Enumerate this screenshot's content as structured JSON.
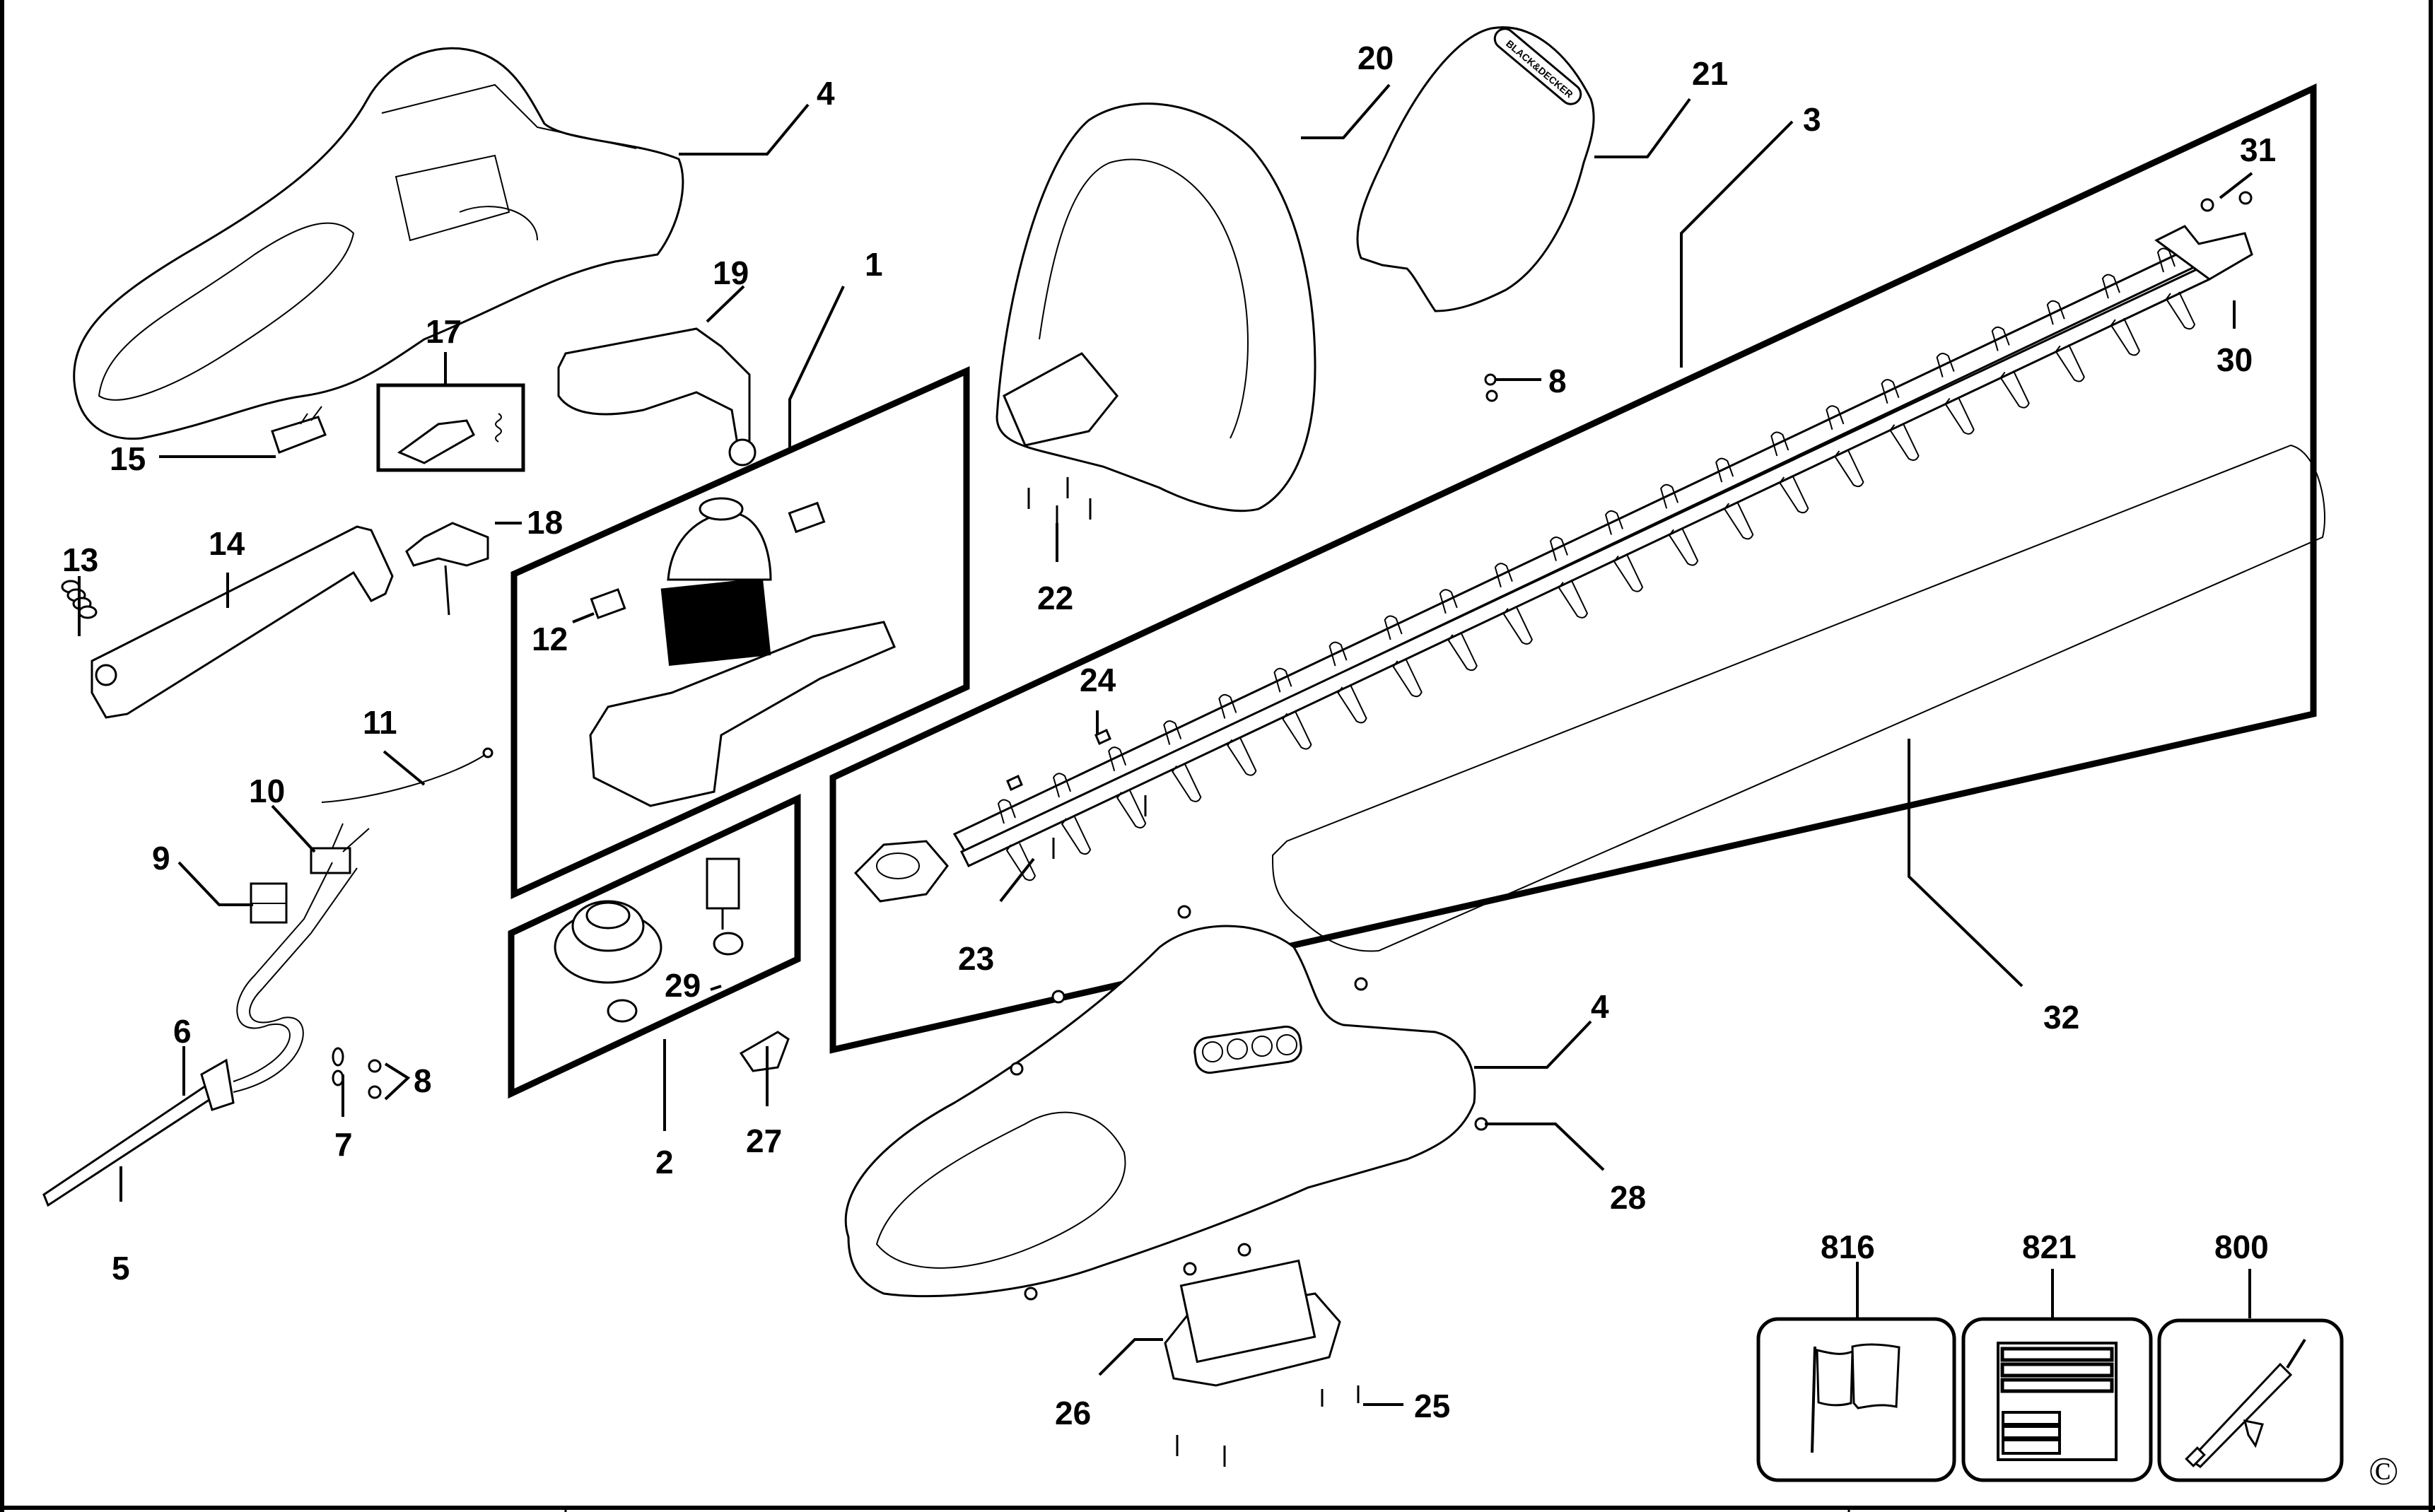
{
  "diagram": {
    "title": "Hedge trimmer exploded parts diagram",
    "brand_logo_text": "BLACK&DECKER",
    "copyright_symbol": "©",
    "groups": [
      {
        "id": "1",
        "label": "1",
        "name": "motor-assembly-group"
      },
      {
        "id": "2",
        "label": "2",
        "name": "gear-assembly-group"
      },
      {
        "id": "3",
        "label": "3",
        "name": "blade-assembly-group"
      }
    ],
    "parts": [
      {
        "label": "4",
        "name": "housing-half-left"
      },
      {
        "label": "4",
        "name": "housing-half-right"
      },
      {
        "label": "5",
        "name": "power-cord"
      },
      {
        "label": "6",
        "name": "cord-guard"
      },
      {
        "label": "7",
        "name": "terminal"
      },
      {
        "label": "8",
        "name": "screws-terminal"
      },
      {
        "label": "8",
        "name": "screws-guard"
      },
      {
        "label": "9",
        "name": "cord-clamp"
      },
      {
        "label": "10",
        "name": "capacitor"
      },
      {
        "label": "11",
        "name": "lead-wire"
      },
      {
        "label": "12",
        "name": "carbon-brush"
      },
      {
        "label": "13",
        "name": "spring"
      },
      {
        "label": "14",
        "name": "trigger-lever"
      },
      {
        "label": "15",
        "name": "micro-switch"
      },
      {
        "label": "17",
        "name": "lock-off-kit"
      },
      {
        "label": "18",
        "name": "switch-actuator"
      },
      {
        "label": "19",
        "name": "front-handle-insert"
      },
      {
        "label": "20",
        "name": "front-handle"
      },
      {
        "label": "21",
        "name": "hand-guard"
      },
      {
        "label": "22",
        "name": "handle-screws"
      },
      {
        "label": "23",
        "name": "blade-screw"
      },
      {
        "label": "24",
        "name": "blade-nut"
      },
      {
        "label": "25",
        "name": "cover-screws"
      },
      {
        "label": "26",
        "name": "gear-cover"
      },
      {
        "label": "27",
        "name": "plate"
      },
      {
        "label": "28",
        "name": "housing-screw"
      },
      {
        "label": "29",
        "name": "washers"
      },
      {
        "label": "30",
        "name": "blade-end-bracket"
      },
      {
        "label": "31",
        "name": "bracket-screws"
      },
      {
        "label": "32",
        "name": "blade-sheath"
      }
    ],
    "accessories": [
      {
        "label": "816",
        "name": "flag-icon-box",
        "icon": "flag-icon"
      },
      {
        "label": "821",
        "name": "label-sheet-box",
        "icon": "document-icon"
      },
      {
        "label": "800",
        "name": "grease-gun-box",
        "icon": "grease-gun-icon"
      }
    ]
  }
}
